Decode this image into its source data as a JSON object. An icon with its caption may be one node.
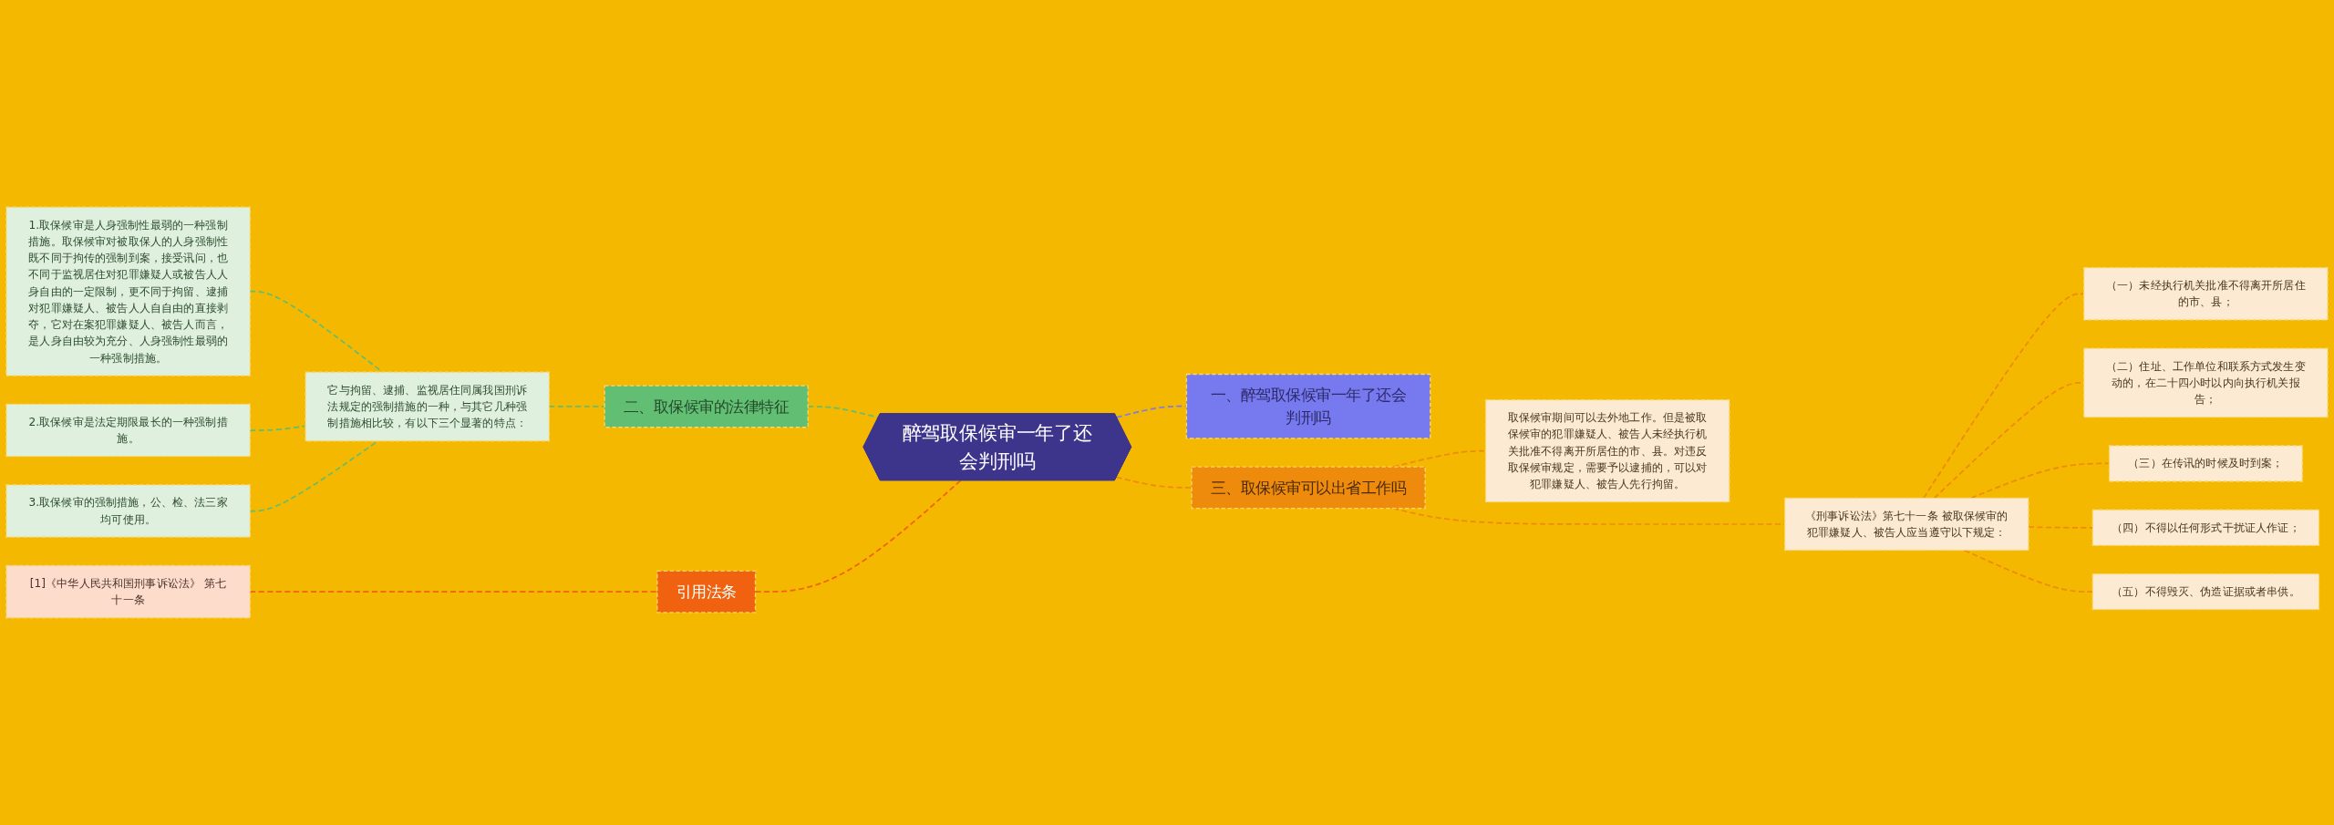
{
  "diagram": {
    "nodes": [
      {
        "text": [
          "醉驾取保候审一年了还会判刑吗"
        ]
      },
      {
        "text": [
          "一、醉驾取保候审一年了还会判刑吗"
        ]
      },
      {
        "text": [
          "二、取保候审的法律特征"
        ]
      },
      {
        "text": [
          "它与拘留、逮捕、监视居住同属我国刑诉法规定的强制措施的一种，与其它几种强制措施相比较，有以下三个显著的特点："
        ]
      },
      {
        "text": [
          "1.取保候审是人身强制性最弱的一种强制措施。取保候审对被取保人的人身强制性既不同于拘传的强制到案，接受讯问，也不同于监视居住对犯罪嫌疑人或被告人人身自由的一定限制，更不同于拘留、逮捕对犯罪嫌疑人、被告人人自自由的直接剥夺，它对在案犯罪嫌疑人、被告人而言，是人身自由较为充分、人身强制性最弱的一种强制措施。"
        ]
      },
      {
        "text": [
          "2.取保候审是法定期限最长的一种强制措施。"
        ]
      },
      {
        "text": [
          "3.取保候审的强制措施，公、检、法三家均可使用。"
        ]
      },
      {
        "text": [
          "三、取保候审可以出省工作吗"
        ]
      },
      {
        "text": [
          "取保候审期间可以去外地工作。但是被取保候审的犯罪嫌疑人、被告人未经执行机关批准不得离开所居住的市、县。对违反取保候审规定，需要予以逮捕的，可以对犯罪嫌疑人、被告人先行拘留。"
        ]
      },
      {
        "text": [
          "《刑事诉讼法》第七十一条 被取保候审的犯罪嫌疑人、被告人应当遵守以下规定："
        ]
      },
      {
        "text": [
          "（一）未经执行机关批准不得离开所居住的市、县；"
        ]
      },
      {
        "text": [
          "（二）住址、工作单位和联系方式发生变动的，在二十四小时以内向执行机关报告；"
        ]
      },
      {
        "text": [
          "（三）在传讯的时候及时到案；"
        ]
      },
      {
        "text": [
          "（四）不得以任何形式干扰证人作证；"
        ]
      },
      {
        "text": [
          "（五）不得毁灭、伪造证据或者串供。"
        ]
      },
      {
        "text": [
          "引用法条"
        ]
      },
      {
        "text": [
          "[1]《中华人民共和国刑事诉讼法》 第七十一条"
        ]
      }
    ],
    "edges": [
      {
        "from": 0,
        "to": 1,
        "arrow": "none",
        "style": "dashed",
        "color": "#7a7cf0"
      },
      {
        "from": 2,
        "to": 0,
        "arrow": "none",
        "style": "dashed",
        "color": "#62be72"
      },
      {
        "from": 3,
        "to": 2,
        "arrow": "none",
        "style": "dashed",
        "color": "#62be72"
      },
      {
        "from": 4,
        "to": 3,
        "arrow": "none",
        "style": "dashed",
        "color": "#62be72"
      },
      {
        "from": 5,
        "to": 3,
        "arrow": "none",
        "style": "dashed",
        "color": "#62be72"
      },
      {
        "from": 6,
        "to": 3,
        "arrow": "none",
        "style": "dashed",
        "color": "#62be72"
      },
      {
        "from": 0,
        "to": 7,
        "arrow": "none",
        "style": "dashed",
        "color": "#ee8a0c"
      },
      {
        "from": 7,
        "to": 8,
        "arrow": "none",
        "style": "dashed",
        "color": "#ee8a0c"
      },
      {
        "from": 7,
        "to": 9,
        "arrow": "none",
        "style": "dashed",
        "color": "#ee8a0c"
      },
      {
        "from": 9,
        "to": 10,
        "arrow": "none",
        "style": "dashed",
        "color": "#ee8a0c"
      },
      {
        "from": 9,
        "to": 11,
        "arrow": "none",
        "style": "dashed",
        "color": "#ee8a0c"
      },
      {
        "from": 9,
        "to": 12,
        "arrow": "none",
        "style": "dashed",
        "color": "#ee8a0c"
      },
      {
        "from": 9,
        "to": 13,
        "arrow": "none",
        "style": "dashed",
        "color": "#ee8a0c"
      },
      {
        "from": 9,
        "to": 14,
        "arrow": "none",
        "style": "dashed",
        "color": "#ee8a0c"
      },
      {
        "from": 15,
        "to": 0,
        "arrow": "none",
        "style": "dashed",
        "color": "#f0620f"
      },
      {
        "from": 16,
        "to": 15,
        "arrow": "none",
        "style": "dashed",
        "color": "#f0620f"
      }
    ]
  }
}
